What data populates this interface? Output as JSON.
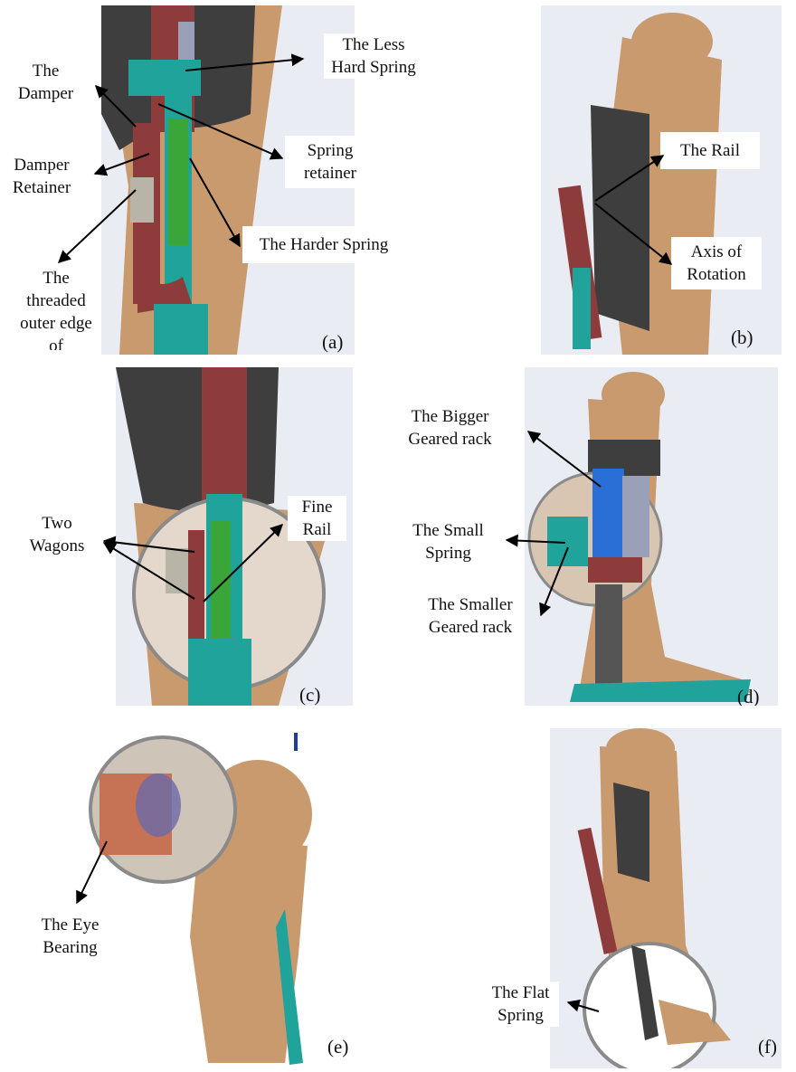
{
  "figure": {
    "panels": [
      {
        "id": "a",
        "tag": "(a)"
      },
      {
        "id": "b",
        "tag": "(b)"
      },
      {
        "id": "c",
        "tag": "(c)"
      },
      {
        "id": "d",
        "tag": "(d)"
      },
      {
        "id": "e",
        "tag": "(e)"
      },
      {
        "id": "f",
        "tag": "(f)"
      }
    ],
    "labels": {
      "less_hard_spring": [
        "The Less",
        "Hard Spring"
      ],
      "damper": [
        "The",
        "Damper"
      ],
      "damper_retainer": [
        "Damper",
        "Retainer"
      ],
      "spring_retainer": [
        "Spring",
        "retainer"
      ],
      "harder_spring": "The Harder Spring",
      "threaded_edge": [
        "The",
        "threaded",
        "outer edge",
        "of"
      ],
      "rail": "The Rail",
      "axis_rotation": [
        "Axis of",
        "Rotation"
      ],
      "two_wagons": [
        "Two",
        "Wagons"
      ],
      "fine_rail": [
        "Fine",
        "Rail"
      ],
      "bigger_rack": [
        "The Bigger",
        "Geared rack"
      ],
      "small_spring": [
        "The Small",
        "Spring"
      ],
      "smaller_rack": [
        "The Smaller",
        "Geared rack"
      ],
      "eye_bearing": [
        "The Eye",
        "Bearing"
      ],
      "flat_spring": [
        "The Flat",
        "Spring"
      ]
    },
    "colors": {
      "skin": "#c89a6e",
      "skin_dark": "#a8784e",
      "socket": "#3e3e3e",
      "maroon": "#8e3b3b",
      "teal": "#1fa39a",
      "green_spring": "#3aa63a",
      "blue_rack": "#2a6fd6",
      "background": "#e9ecf3"
    }
  }
}
